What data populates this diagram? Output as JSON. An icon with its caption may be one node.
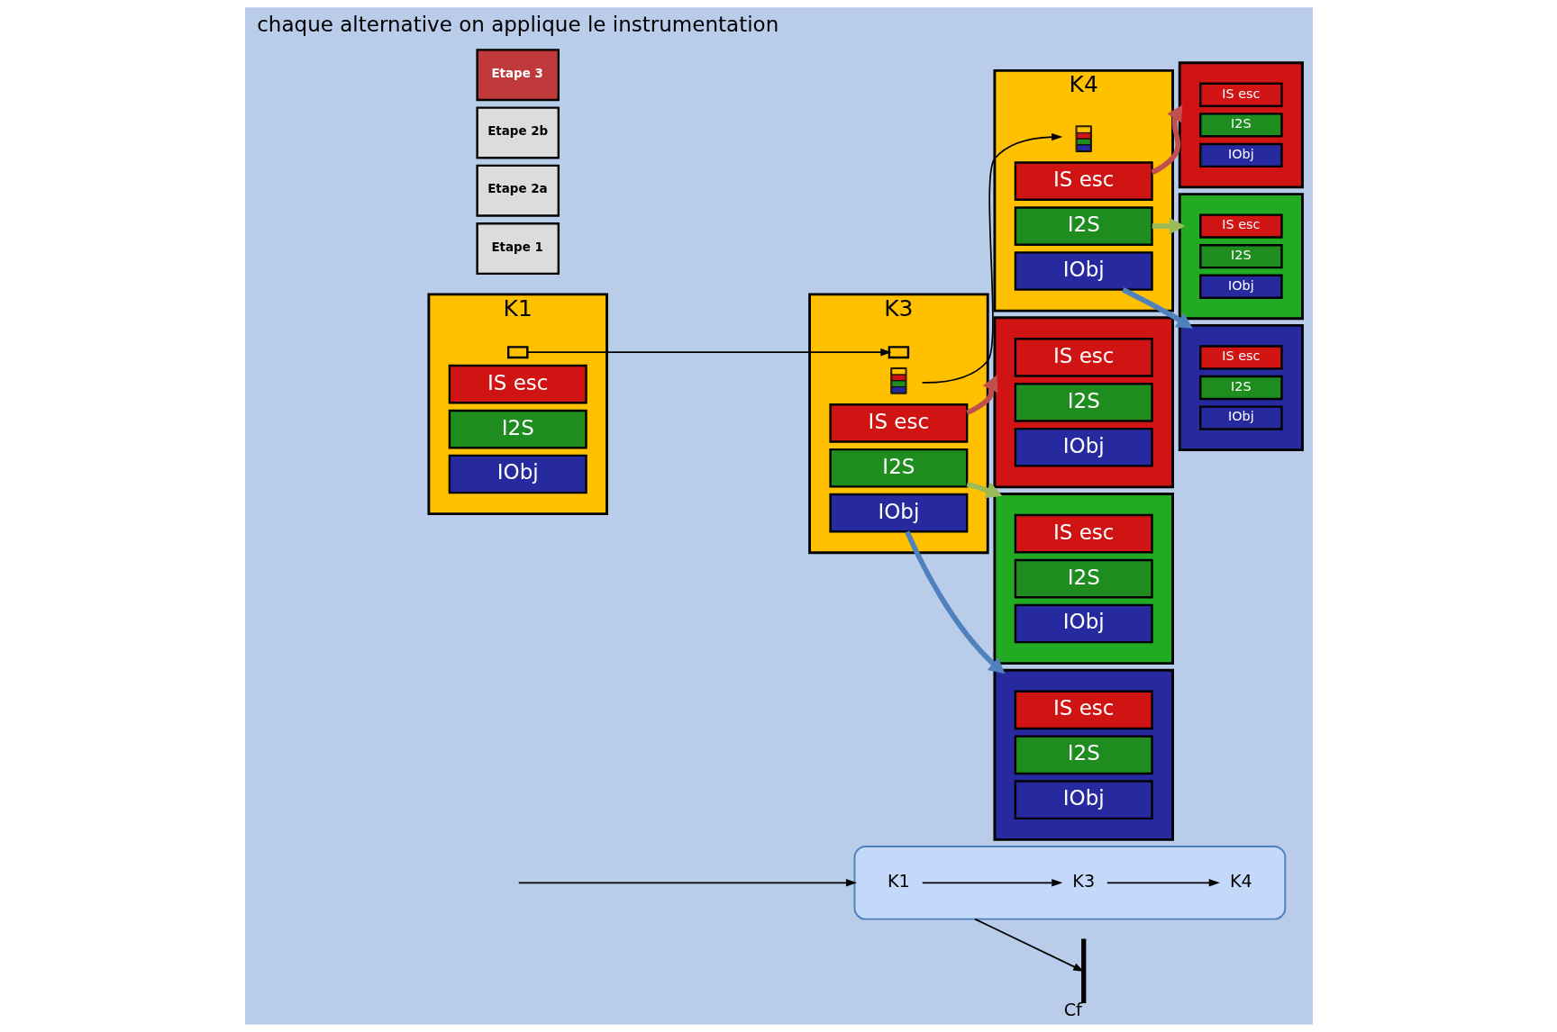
{
  "diagram": {
    "nodes": [
      {
        "text": [],
        "shape": "ellipse"
      },
      {
        "text": [
          "K1"
        ],
        "in": 0
      },
      {
        "text": [
          "K3"
        ],
        "in": 0
      },
      {
        "text": [
          "K4"
        ],
        "in": 0
      },
      {
        "text": [],
        "shape": "bar",
        "beside": [
          "Cf"
        ]
      },
      {
        "text": [
          "K1"
        ]
      },
      {
        "text": [],
        "shape": "box",
        "in": 5
      },
      {
        "text": [
          "IS esc"
        ],
        "in": 5
      },
      {
        "text": [
          "I2S"
        ],
        "in": 5
      },
      {
        "text": [
          "IObj"
        ],
        "in": 5
      },
      {
        "text": [
          "K3"
        ]
      },
      {
        "text": [],
        "shape": "box",
        "in": 10
      },
      {
        "text": [],
        "shape": "box",
        "in": 10
      },
      {
        "text": [
          "IS esc"
        ],
        "in": 10
      },
      {
        "text": [
          "I2S"
        ],
        "in": 10
      },
      {
        "text": [
          "IObj"
        ],
        "in": 10
      },
      {
        "text": [
          "K4"
        ]
      },
      {
        "text": [],
        "shape": "box",
        "in": 16
      },
      {
        "text": [
          "IS esc"
        ],
        "in": 16
      },
      {
        "text": [
          "I2S"
        ],
        "in": 16
      },
      {
        "text": [
          "IObj"
        ],
        "in": 16
      },
      {
        "text": [],
        "shape": "box"
      },
      {
        "text": [
          "IS esc"
        ],
        "in": 21
      },
      {
        "text": [
          "I2S"
        ],
        "in": 21
      },
      {
        "text": [
          "IObj"
        ],
        "in": 21
      },
      {
        "text": [],
        "shape": "box"
      },
      {
        "text": [
          "IS esc"
        ],
        "in": 25
      },
      {
        "text": [
          "I2S"
        ],
        "in": 25
      },
      {
        "text": [
          "IObj"
        ],
        "in": 25
      },
      {
        "text": [],
        "shape": "box"
      },
      {
        "text": [
          "IS esc"
        ],
        "in": 29
      },
      {
        "text": [
          "I2S"
        ],
        "in": 29
      },
      {
        "text": [
          "IObj"
        ],
        "in": 29
      },
      {
        "text": [],
        "shape": "box"
      },
      {
        "text": [
          "IS esc"
        ],
        "in": 33
      },
      {
        "text": [
          "I2S"
        ],
        "in": 33
      },
      {
        "text": [
          "IObj"
        ],
        "in": 33
      },
      {
        "text": [],
        "shape": "box"
      },
      {
        "text": [
          "IS esc"
        ],
        "in": 37
      },
      {
        "text": [
          "I2S"
        ],
        "in": 37
      },
      {
        "text": [
          "IObj"
        ],
        "in": 37
      },
      {
        "text": [],
        "shape": "box"
      },
      {
        "text": [
          "IS esc"
        ],
        "in": 41
      },
      {
        "text": [
          "I2S"
        ],
        "in": 41
      },
      {
        "text": [
          "IObj"
        ],
        "in": 41
      },
      {
        "text": [
          "Etape 1"
        ]
      },
      {
        "text": [
          "Etape 2a"
        ]
      },
      {
        "text": [
          "Etape 2b"
        ]
      },
      {
        "text": [
          "Etape 3"
        ]
      }
    ],
    "edges": [
      {
        "from": null,
        "to": 0,
        "arrow": "to"
      },
      {
        "from": 1,
        "to": 2,
        "arrow": "to"
      },
      {
        "from": 2,
        "to": 3,
        "arrow": "to"
      },
      {
        "from": 0,
        "to": 4,
        "arrow": "to"
      },
      {
        "from": 6,
        "to": 11,
        "arrow": "to"
      },
      {
        "from": 12,
        "to": 17,
        "arrow": "to"
      },
      {
        "from": 13,
        "to": 21,
        "arrow": "to",
        "style": "thick",
        "color": "#c0504d"
      },
      {
        "from": 14,
        "to": 25,
        "arrow": "to",
        "style": "thick",
        "color": "#9bbb59"
      },
      {
        "from": 15,
        "to": 29,
        "arrow": "to",
        "style": "thick",
        "color": "#4f81bd"
      },
      {
        "from": 18,
        "to": 33,
        "arrow": "to",
        "style": "thick",
        "color": "#c0504d"
      },
      {
        "from": 19,
        "to": 37,
        "arrow": "to",
        "style": "thick",
        "color": "#9bbb59"
      },
      {
        "from": 20,
        "to": 41,
        "arrow": "to",
        "style": "thick",
        "color": "#4f81bd"
      }
    ],
    "labels": [
      "chaque alternative on applique le instrumentation"
    ]
  }
}
